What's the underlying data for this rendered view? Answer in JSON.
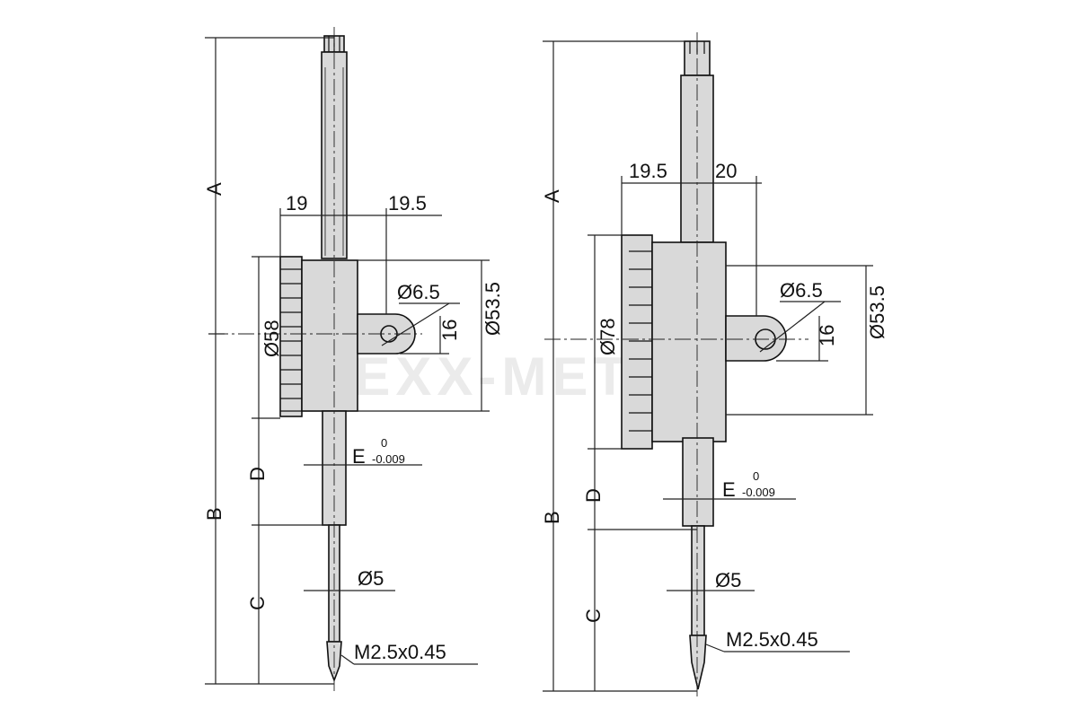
{
  "watermark": "NEXX-MET",
  "left": {
    "dims": {
      "A": "A",
      "B": "B",
      "C": "C",
      "D": "D",
      "w19": "19",
      "w19_5": "19.5",
      "dia58": "Ø58",
      "dia6_5": "Ø6.5",
      "h16": "16",
      "dia53_5": "Ø53.5",
      "E": "E",
      "tol_upper": "0",
      "tol_lower": "-0.009",
      "dia5": "Ø5",
      "thread": "M2.5x0.45"
    }
  },
  "right": {
    "dims": {
      "A": "A",
      "B": "B",
      "C": "C",
      "D": "D",
      "w19_5": "19.5",
      "w20": "20",
      "dia78": "Ø78",
      "dia6_5": "Ø6.5",
      "h16": "16",
      "dia53_5": "Ø53.5",
      "E": "E",
      "tol_upper": "0",
      "tol_lower": "-0.009",
      "dia5": "Ø5",
      "thread": "M2.5x0.45"
    }
  }
}
